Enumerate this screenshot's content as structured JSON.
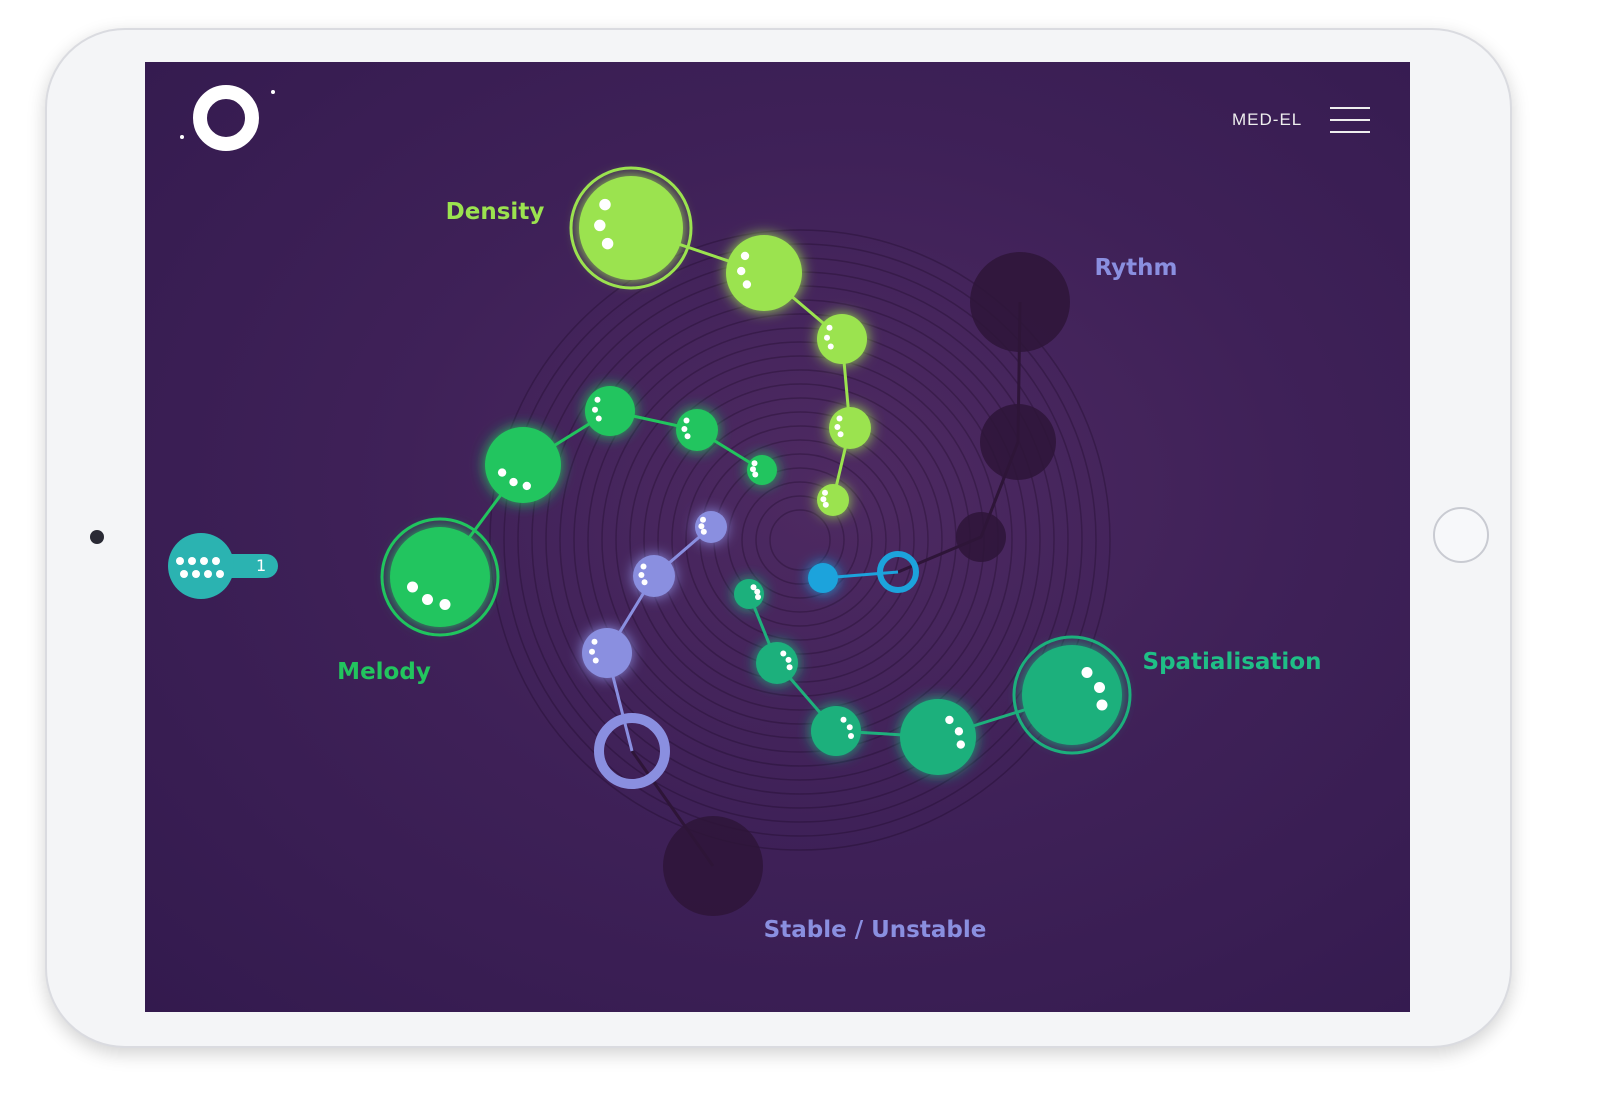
{
  "header": {
    "brand": "MED-EL",
    "menu_icon": "hamburger-icon",
    "logo_icon": "ring-logo-icon"
  },
  "labels": {
    "density": "Density",
    "rythm": "Rythm",
    "melody": "Melody",
    "spatialisation": "Spatialisation",
    "stable": "Stable / Unstable"
  },
  "chip": {
    "count": "1"
  },
  "colors": {
    "density": "#9be34f",
    "melody": "#22c55e",
    "spatialisation": "#1fb07c",
    "stable": "#8a8fe0",
    "rythm": "#2e1538",
    "center": "#1ca3dc",
    "chip": "#2bb3b1"
  }
}
